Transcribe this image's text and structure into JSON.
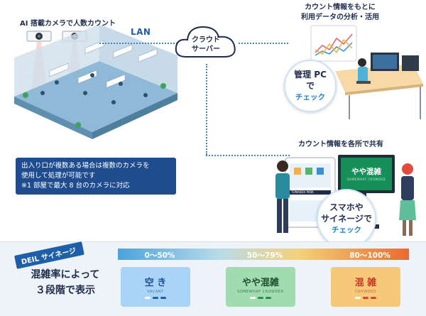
{
  "camera": {
    "heading": "AI 搭載カメラで人数カウント"
  },
  "network": {
    "lan_label": "LAN",
    "cloud_label_lines": [
      "クラウド",
      "サーバー"
    ]
  },
  "analysis": {
    "heading_lines": [
      "カウント情報をもとに",
      "利用データの分析・活用"
    ],
    "badge_lines": [
      "管理 PC",
      "で",
      "チェック"
    ]
  },
  "sharing": {
    "heading": "カウント情報を各所で共有",
    "badge_lines": [
      "スマホや",
      "サイネージで",
      "チェック"
    ],
    "signage_main": "やや混雑",
    "signage_sub": "SOMEWHAT CROWDED",
    "phone_banner": "TOMAKOH PARK"
  },
  "note": {
    "lines": [
      "出入り口が複数ある場合は複数のカメラを",
      "使用して処理が可能です",
      "※1 部屋で最大 8 台のカメラに対応"
    ]
  },
  "levels_panel": {
    "ribbon": "DEIL サイネージ",
    "title_lines": [
      "混雑率によって",
      "３段階で表示"
    ],
    "levels": [
      {
        "range": "0〜50%",
        "label": "空 き",
        "sub": "VACANT",
        "color": "#a9d4f5",
        "text_color": "#1d4f8f"
      },
      {
        "range": "50〜79%",
        "label": "やや混雑",
        "sub": "SOMEWHAT CROWDED",
        "color": "#9fdcaf",
        "text_color": "#1f4d2e"
      },
      {
        "range": "80〜100%",
        "label": "混 雑",
        "sub": "CROWDED",
        "color": "#f6c978",
        "text_color": "#c7382a"
      }
    ]
  },
  "colors": {
    "accent_blue": "#1d5fa8",
    "gradient_start": "#4ba3dc",
    "gradient_mid": "#f3d27a",
    "gradient_end": "#ec6a2b"
  }
}
